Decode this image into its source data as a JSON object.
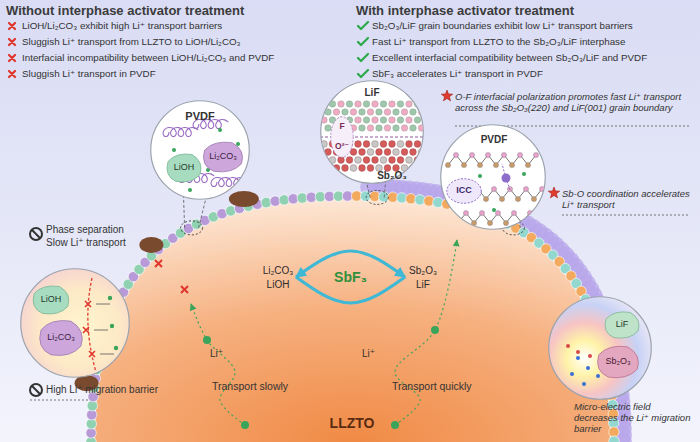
{
  "diagram": {
    "nodes": [
      {
        "text": [
          "PVDF"
        ]
      },
      {
        "text": [
          "LiOH"
        ],
        "in": 0
      },
      {
        "text": [
          "Li₂CO₃"
        ],
        "in": 0
      },
      {
        "text": [
          "LiF",
          "Sb₂O₃"
        ]
      },
      {
        "text": [
          "F",
          "O²⁻"
        ],
        "in": 3
      },
      {
        "text": [
          "PVDF"
        ]
      },
      {
        "text": [
          "ICC"
        ],
        "in": 5
      },
      {
        "text": []
      },
      {
        "text": [
          "LiOH"
        ],
        "in": 7
      },
      {
        "text": [
          "Li₂CO₃"
        ],
        "in": 7
      },
      {
        "text": []
      },
      {
        "text": [
          "LiF"
        ],
        "in": 10
      },
      {
        "text": [
          "Sb₂O₃"
        ],
        "in": 10
      },
      {
        "text": [
          "LLZTO"
        ]
      },
      {
        "text": [
          "Li₂CO₃",
          "LiOH"
        ],
        "in": 13
      },
      {
        "text": [
          "Sb₂O₃",
          "LiF"
        ],
        "in": 13
      }
    ],
    "edges": [
      {
        "from": 14,
        "to": 15,
        "arrow": "both",
        "label": "SbF₃"
      }
    ],
    "labels": [
      "Without interphase activator treatment",
      "LiOH/Li₂CO₃ exhibit high Li⁺ transport barriers",
      "Sluggish Li⁺ transport from LLZTO to LiOH/Li₂CO₃",
      "Interfacial incompatibility between LiOH/Li₂CO₃ and PVDF",
      "Sluggish Li⁺ transport in PVDF",
      "With interphase activator treatment",
      "Sb₂O₃/LiF grain boundaries exhibit low Li⁺ transport barriers",
      "Fast Li⁺ transport from LLZTO to the Sb₂O₃/LiF interphase",
      "Excellent interfacial compatibility between Sb₂O₃/LiF and PVDF",
      "SbF₃ accelerates Li⁺ transport in PVDF",
      "O-F interfacial polarization promotes fast Li⁺ transport across the Sb₂O₃(220) and LiF(001) grain boundary",
      "Phase separation",
      "Slow Li⁺ transport",
      "Sb-O coordination accelerates Li⁺ transport",
      "Li⁺",
      "Li⁺",
      "Transport slowly",
      "Transport quickly",
      "High Li⁺ migration barrier",
      "Micro-electric field decreases the Li⁺ migration barrier"
    ]
  }
}
